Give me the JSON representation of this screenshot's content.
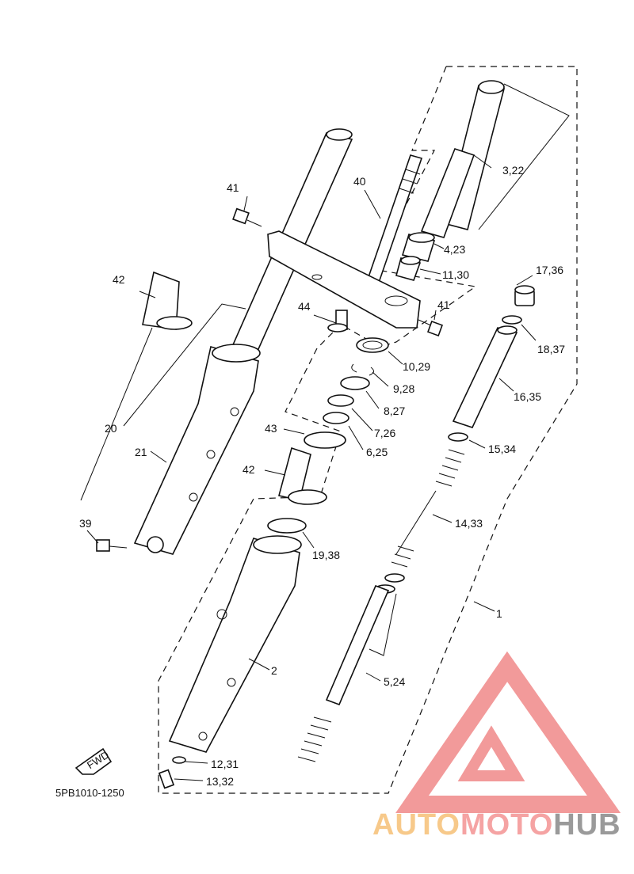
{
  "diagram_code": "5PB1010-1250",
  "fwd_label": "FWD",
  "callouts": {
    "p1": "1",
    "p2": "2",
    "p3_22": "3,22",
    "p4_23": "4,23",
    "p5_24": "5,24",
    "p6_25": "6,25",
    "p7_26": "7,26",
    "p8_27": "8,27",
    "p9_28": "9,28",
    "p10_29": "10,29",
    "p11_30": "11,30",
    "p12_31": "12,31",
    "p13_32": "13,32",
    "p14_33": "14,33",
    "p15_34": "15,34",
    "p16_35": "16,35",
    "p17_36": "17,36",
    "p18_37": "18,37",
    "p19_38": "19,38",
    "p20": "20",
    "p21": "21",
    "p39": "39",
    "p40": "40",
    "p41a": "41",
    "p41b": "41",
    "p42a": "42",
    "p42b": "42",
    "p43": "43",
    "p44": "44"
  },
  "watermark": {
    "part1": "AUTO",
    "part2": "MOTO",
    "part3": "HUB",
    "color_auto": "#f7c98a",
    "color_moto": "#f5a3a3",
    "color_hub": "#9a9a9a",
    "triangle_color": "#f29a9a"
  }
}
